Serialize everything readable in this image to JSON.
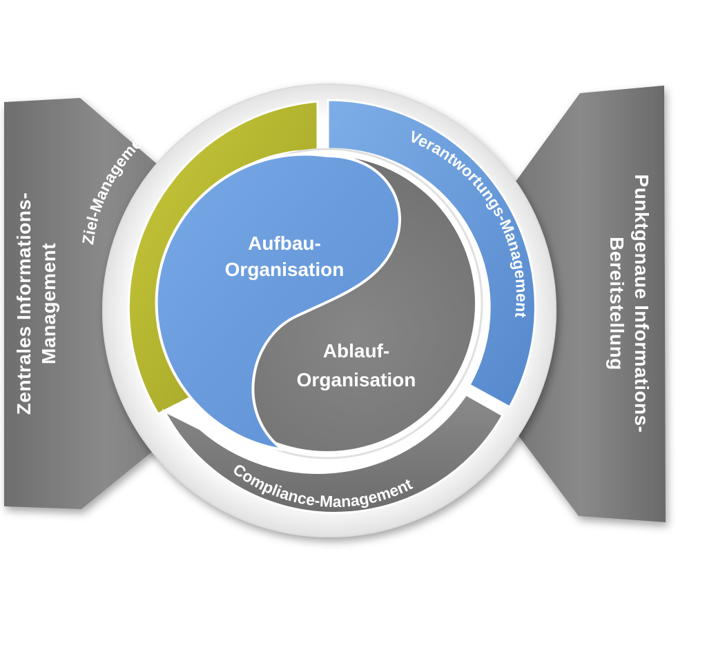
{
  "left_panel": {
    "line1": "Zentrales Informations-",
    "line2": "Management"
  },
  "right_panel": {
    "line1": "Punktgenaue Informations-",
    "line2": "Bereitstellung"
  },
  "ring": {
    "top_left": "Ziel-Management",
    "top_right": "Verantwortungs-Management",
    "bottom": "Compliance-Management"
  },
  "core": {
    "blue_line1": "Aufbau-",
    "blue_line2": "Organisation",
    "gray_line1": "Ablauf-",
    "gray_line2": "Organisation"
  },
  "colors": {
    "olive": "#b4b52e",
    "blue": "#6a9ddd",
    "gray": "#7c7c7c",
    "dark_gray": "#666666"
  }
}
